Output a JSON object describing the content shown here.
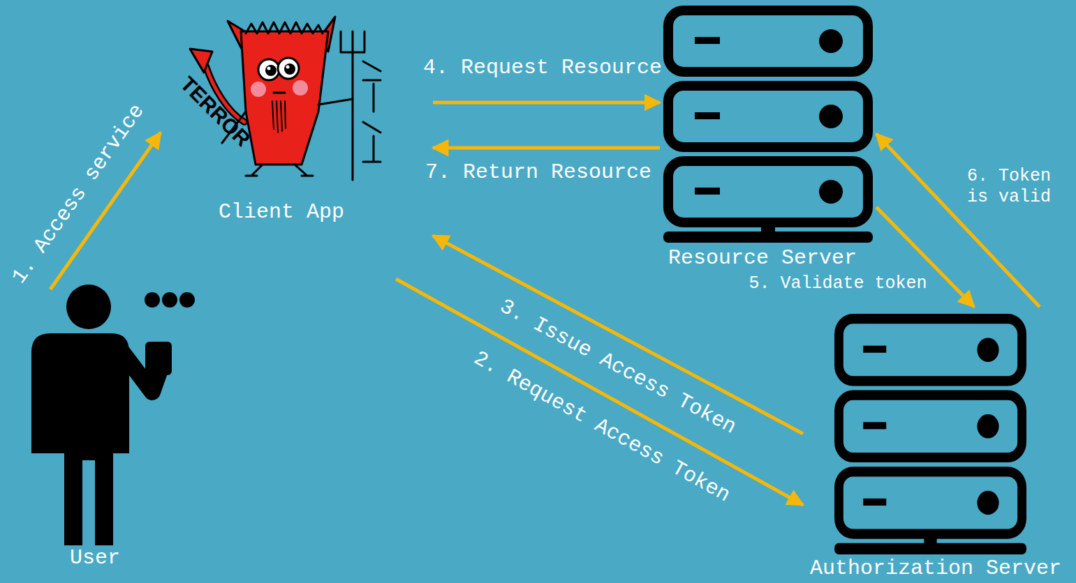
{
  "diagram": {
    "nodes": [
      {
        "text": [
          "User"
        ]
      },
      {
        "text": [
          "Client App"
        ]
      },
      {
        "text": [
          "Resource Server"
        ]
      },
      {
        "text": [
          "Authorization Server"
        ]
      }
    ],
    "edges": [
      {
        "from": 0,
        "to": 1,
        "arrow": "to",
        "label": "1. Access service"
      },
      {
        "from": 1,
        "to": 3,
        "arrow": "to",
        "label": "2. Request Access Token"
      },
      {
        "from": 3,
        "to": 1,
        "arrow": "to",
        "label": "3. Issue Access Token"
      },
      {
        "from": 1,
        "to": 2,
        "arrow": "to",
        "label": "4. Request Resource"
      },
      {
        "from": 2,
        "to": 3,
        "arrow": "to",
        "label": "5. Validate token"
      },
      {
        "from": 3,
        "to": 2,
        "arrow": "to",
        "label": "6. Token is valid"
      },
      {
        "from": 2,
        "to": 1,
        "arrow": "to",
        "label": "7. Return Resource"
      }
    ],
    "labels": [
      "TERROR"
    ]
  }
}
